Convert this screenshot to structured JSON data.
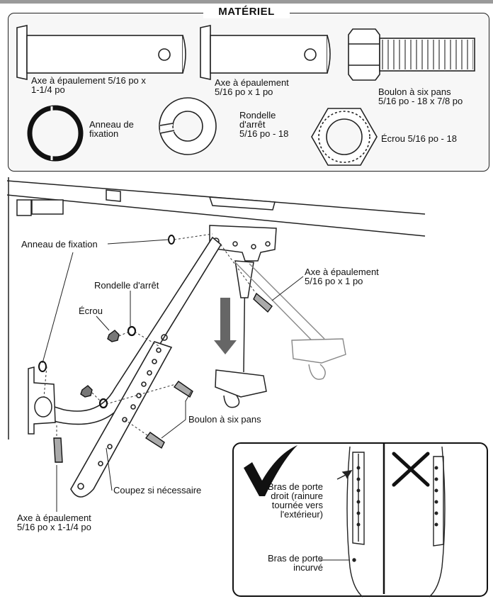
{
  "hardware": {
    "title": "MATÉRIEL",
    "shoulder_pin_long": "Axe à épaulement 5/16 po x\n1-1/4 po",
    "shoulder_pin_short": "Axe à épaulement\n5/16 po x 1 po",
    "hex_bolt": "Boulon à six pans\n5/16 po - 18 x 7/8 po",
    "ring_fastener": "Anneau de\nfixation",
    "lock_washer": "Rondelle\nd'arrêt\n5/16 po - 18",
    "nut": "Écrou 5/16 po - 18"
  },
  "assembly": {
    "ring_fastener": "Anneau de fixation",
    "lock_washer": "Rondelle d'arrêt",
    "nut": "Écrou",
    "shoulder_pin_short": "Axe à épaulement\n5/16 po x 1 po",
    "hex_bolt": "Boulon à six pans",
    "cut_if_needed": "Coupez si nécessaire",
    "shoulder_pin_long": "Axe à épaulement\n5/16 po x 1-1/4 po"
  },
  "comparison": {
    "straight_arm": "Bras de porte\ndroit (rainure\ntournée vers\nl'extérieur)",
    "curved_arm": "Bras de porte\nincurvé",
    "correct_icon": "checkmark-icon",
    "wrong_icon": "cross-icon"
  }
}
